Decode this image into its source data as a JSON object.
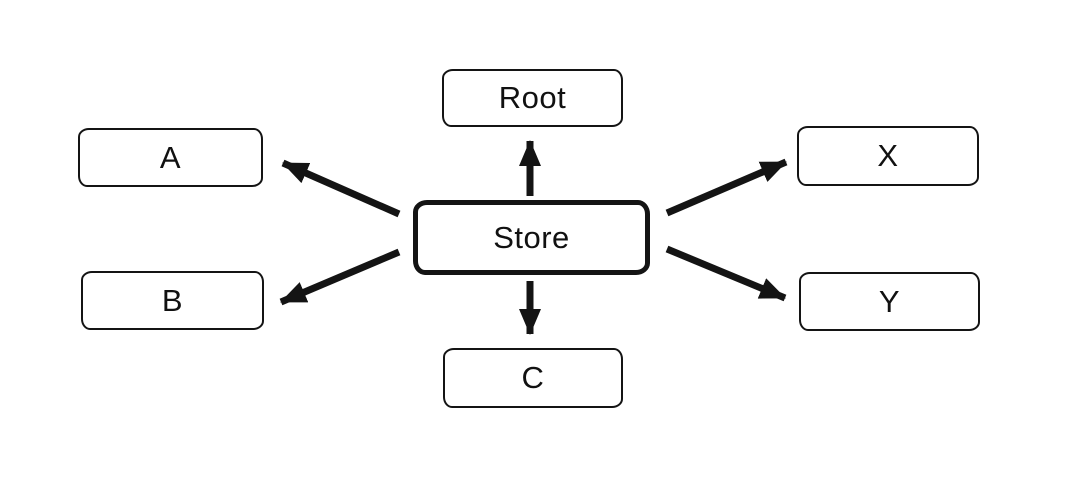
{
  "diagram": {
    "type": "radial-flow",
    "colors": {
      "background": "#ffffff",
      "stroke": "#141414",
      "text": "#111111"
    },
    "nodes": {
      "store": {
        "label": "Store",
        "role": "center"
      },
      "root": {
        "label": "Root",
        "role": "top"
      },
      "a": {
        "label": "A",
        "role": "upper-left"
      },
      "b": {
        "label": "B",
        "role": "lower-left"
      },
      "x": {
        "label": "X",
        "role": "upper-right"
      },
      "y": {
        "label": "Y",
        "role": "lower-right"
      },
      "c": {
        "label": "C",
        "role": "bottom"
      }
    },
    "edges": [
      {
        "from": "Store",
        "to": "Root"
      },
      {
        "from": "Store",
        "to": "A"
      },
      {
        "from": "Store",
        "to": "B"
      },
      {
        "from": "Store",
        "to": "C"
      },
      {
        "from": "Store",
        "to": "X"
      },
      {
        "from": "Store",
        "to": "Y"
      }
    ]
  }
}
